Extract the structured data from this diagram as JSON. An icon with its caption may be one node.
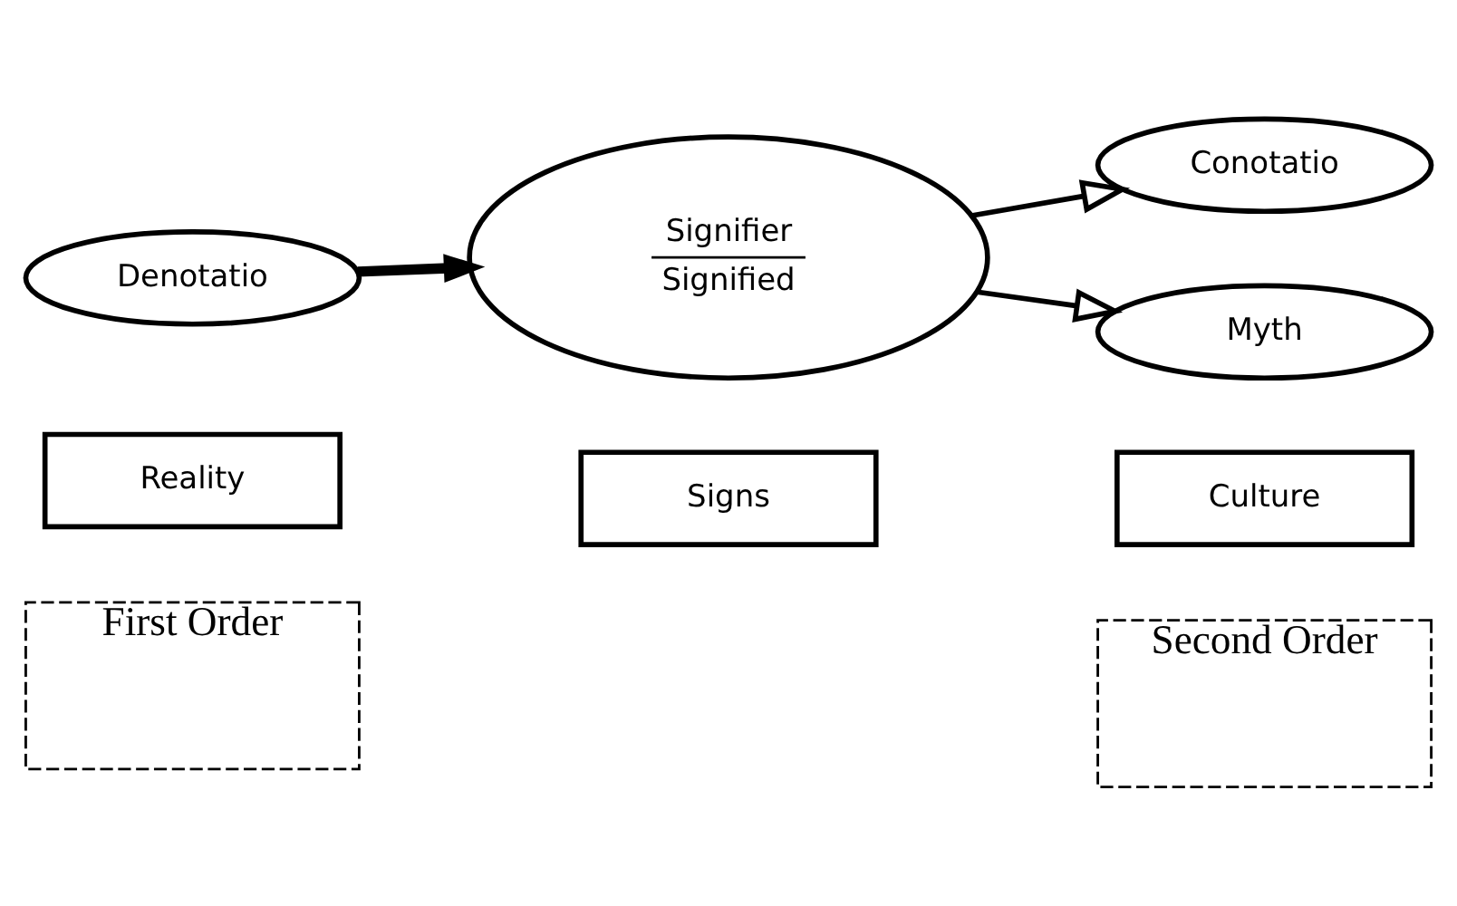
{
  "diagram": {
    "nodes": [
      {
        "text": [
          "Denotatio"
        ]
      },
      {
        "text": [
          "Signifier",
          "Signified"
        ]
      },
      {
        "text": [
          "Conotatio"
        ]
      },
      {
        "text": [
          "Myth"
        ]
      },
      {
        "text": [
          "Reality"
        ]
      },
      {
        "text": [
          "Signs"
        ]
      },
      {
        "text": [
          "Culture"
        ]
      },
      {
        "text": [
          "First Order"
        ]
      },
      {
        "text": [
          "Second Order"
        ]
      }
    ],
    "edges": [
      {
        "from": 0,
        "to": 1,
        "arrow": "to",
        "style": "thick"
      },
      {
        "from": 1,
        "to": 2,
        "arrow": "to"
      },
      {
        "from": 1,
        "to": 3,
        "arrow": "to"
      }
    ]
  }
}
